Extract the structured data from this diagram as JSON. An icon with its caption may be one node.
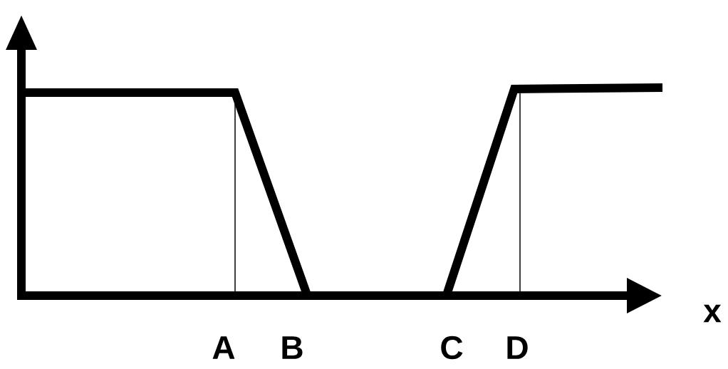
{
  "diagram": {
    "labels": [
      "A",
      "B",
      "C",
      "D",
      "x"
    ]
  }
}
